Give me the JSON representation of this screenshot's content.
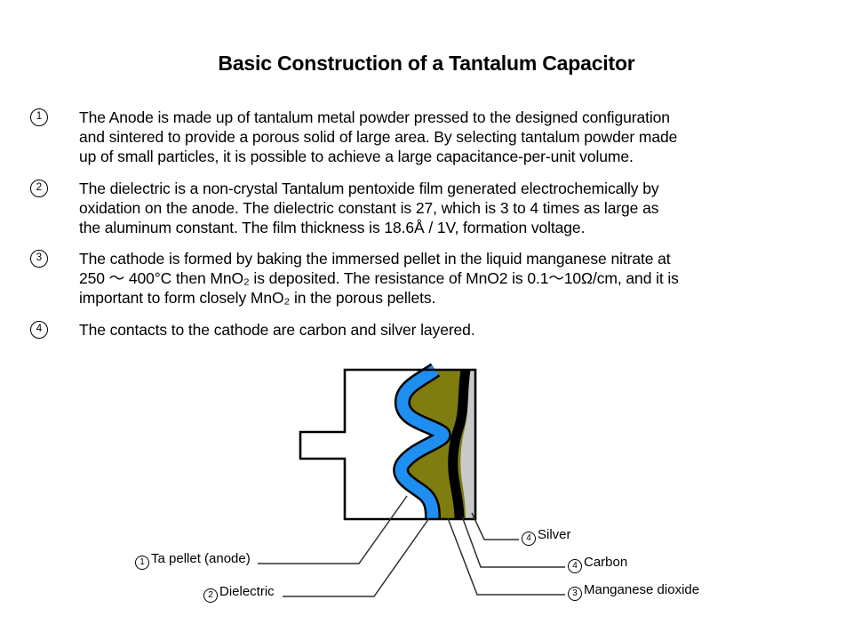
{
  "title": "Basic Construction of a Tantalum Capacitor",
  "paragraphs": [
    {
      "num": "1",
      "text": "The Anode is made up of tantalum metal powder pressed to the designed configuration\nand sintered to provide a porous solid of large area. By selecting tantalum powder made\nup of small particles, it is possible to achieve a large capacitance-per-unit volume."
    },
    {
      "num": "2",
      "text": "The dielectric is a non-crystal Tantalum pentoxide film generated electrochemically by\noxidation on the anode. The dielectric constant is 27, which is 3 to 4 times as large as\nthe aluminum constant. The film thickness is 18.6Å / 1V, formation voltage."
    },
    {
      "num": "3",
      "text": "The cathode is formed by baking the immersed pellet in the liquid manganese nitrate at\n250 ～ 400°C then MnO₂ is deposited. The resistance of MnO2 is 0.1～10Ω/cm, and it is\nimportant to form closely MnO₂ in the porous pellets."
    },
    {
      "num": "4",
      "text": "The contacts to the cathode are carbon and silver layered."
    }
  ],
  "diagram": {
    "labels": {
      "ta_pellet": {
        "num": "1",
        "text": "Ta pellet (anode)"
      },
      "dielectric": {
        "num": "2",
        "text": "Dielectric"
      },
      "silver": {
        "num": "4",
        "text": "Silver"
      },
      "carbon": {
        "num": "4",
        "text": "Carbon"
      },
      "manganese_dioxide": {
        "num": "3",
        "text": "Manganese dioxide"
      }
    },
    "colors": {
      "pellet": "#ffffff",
      "dielectric": "#1e8ef0",
      "manganese_dioxide": "#7f7c10",
      "carbon": "#000000",
      "silver": "#c9c9c9",
      "outline": "#000000"
    }
  }
}
